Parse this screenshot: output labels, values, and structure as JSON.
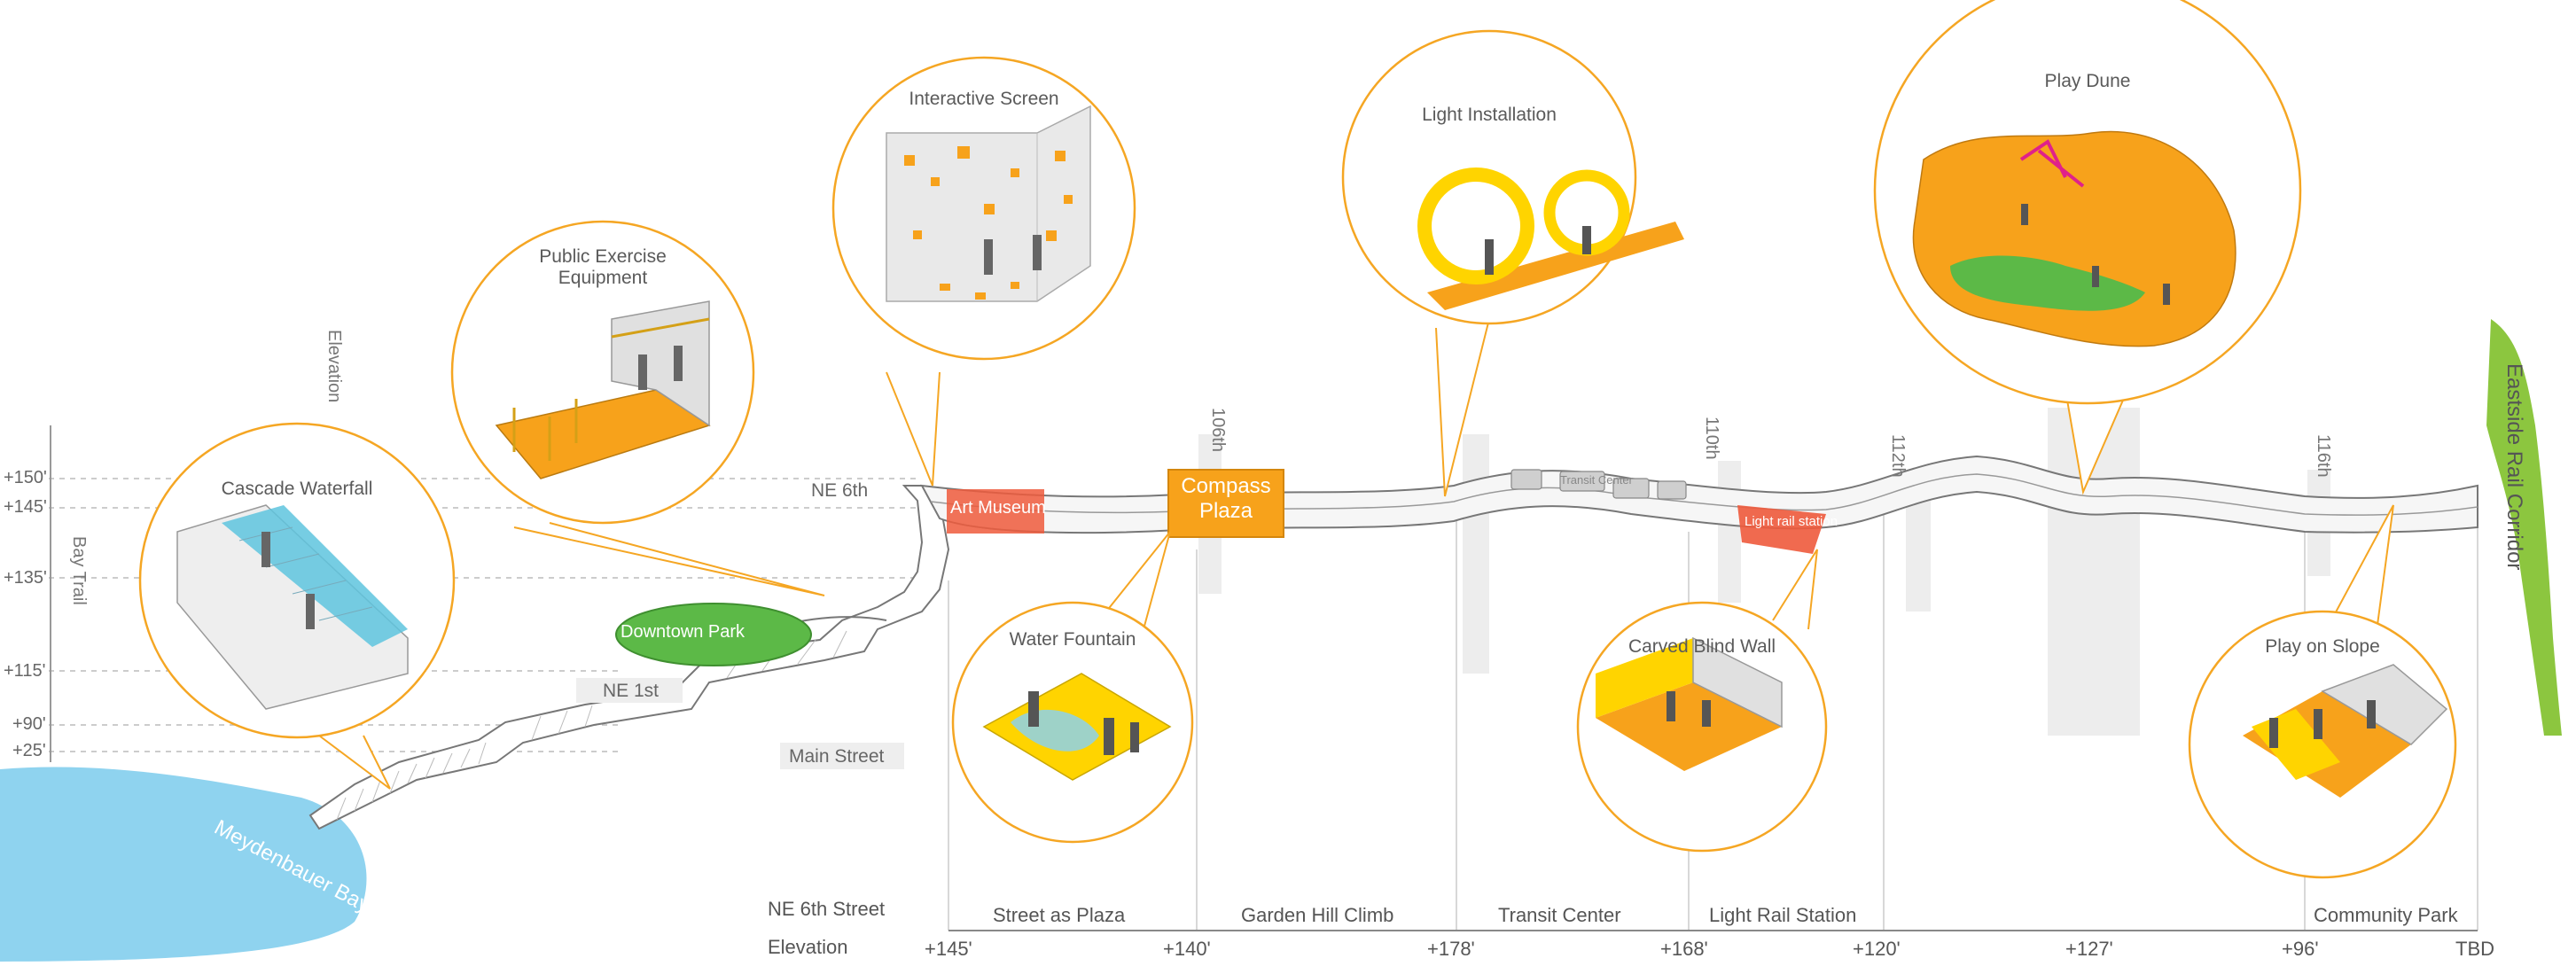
{
  "axis": {
    "title": "Elevation",
    "levels": [
      "+150'",
      "+145'",
      "+135'",
      "+115'",
      "+90'",
      "+25'"
    ],
    "bay_trail": "Bay Trail"
  },
  "streets": {
    "ne6th": "NE 6th",
    "ne1st": "NE 1st",
    "main": "Main Street"
  },
  "water": {
    "name": "Meydenbauer Bay",
    "color": "#8fd3ef"
  },
  "green_corridor": {
    "name": "Eastside Rail Corridor",
    "color": "#8cc63f"
  },
  "places": {
    "downtown_park": "Downtown Park",
    "art_museum": "Art Museum",
    "compass_plaza": "Compass Plaza",
    "transit_center": "Transit Center",
    "light_rail_station": "Light rail station"
  },
  "cross_streets": [
    "106th",
    "110th",
    "112th",
    "116th"
  ],
  "bubbles": [
    {
      "title": "Cascade Waterfall"
    },
    {
      "title": "Public Exercise Equipment"
    },
    {
      "title": "Interactive Screen"
    },
    {
      "title": "Water Fountain"
    },
    {
      "title": "Light Installation"
    },
    {
      "title": "Carved Blind Wall"
    },
    {
      "title": "Play Dune"
    },
    {
      "title": "Play on Slope"
    }
  ],
  "bottom": {
    "row1_label": "NE 6th Street",
    "row2_label": "Elevation",
    "segments": [
      "Street as Plaza",
      "Garden Hill Climb",
      "Transit Center",
      "Light Rail Station",
      "Community Park"
    ],
    "elevations": [
      "+145'",
      "+140'",
      "+178'",
      "+168'",
      "+120'",
      "+127'",
      "+96'",
      "TBD"
    ]
  },
  "colors": {
    "accent": "#f5a623",
    "orange": "#f7a21b",
    "red": "#ee5a3c",
    "green": "#5cb947",
    "yellow": "#ffd400"
  }
}
